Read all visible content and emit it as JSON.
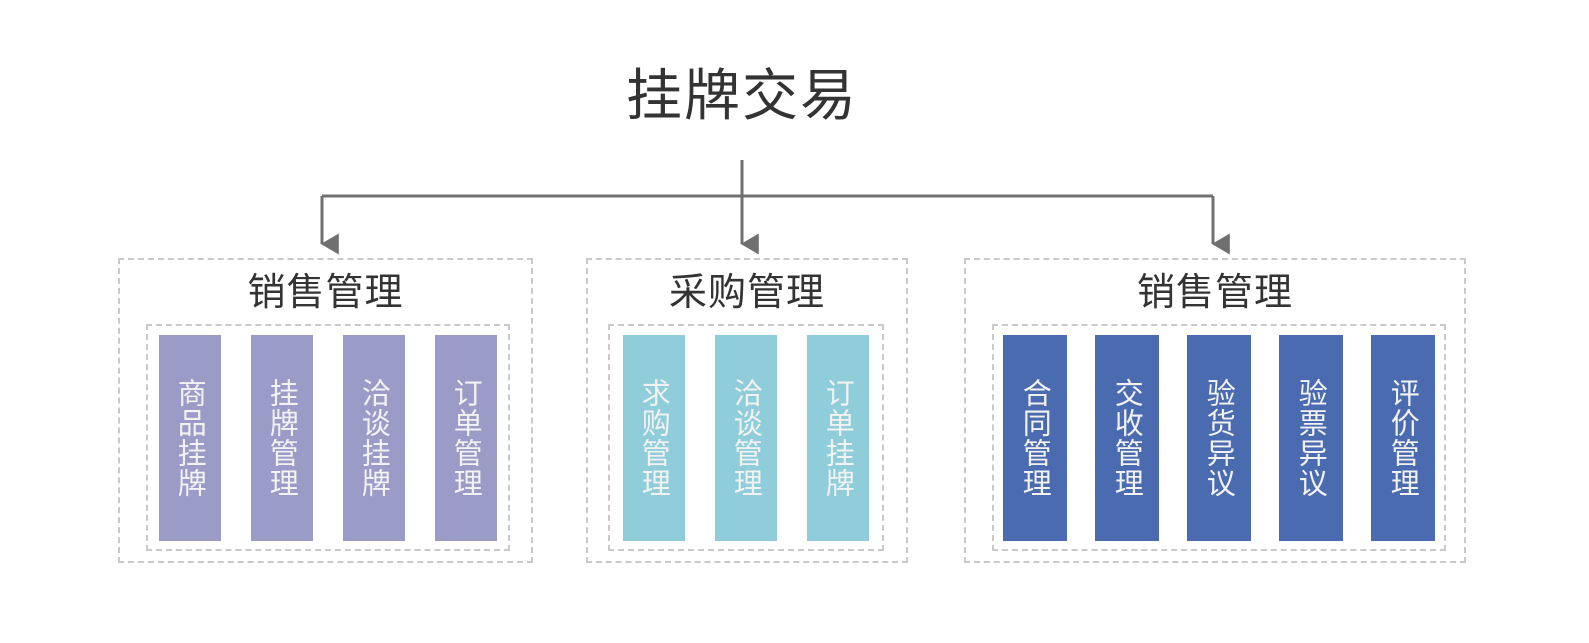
{
  "title": "挂牌交易",
  "colors": {
    "purple": "#9a9bc7",
    "teal": "#8ecdd9",
    "blue": "#4b6bb0",
    "connector": "#707070",
    "dashed_border": "#c9c9c9",
    "text_dark": "#333333",
    "card_text": "#f2f2f2",
    "background": "#ffffff"
  },
  "groups": [
    {
      "heading": "销售管理",
      "color_key": "purple",
      "cards": [
        {
          "label": "商品挂牌"
        },
        {
          "label": "挂牌管理"
        },
        {
          "label": "洽谈挂牌"
        },
        {
          "label": "订单管理"
        }
      ]
    },
    {
      "heading": "采购管理",
      "color_key": "teal",
      "cards": [
        {
          "label": "求购管理"
        },
        {
          "label": "洽谈管理"
        },
        {
          "label": "订单挂牌"
        }
      ]
    },
    {
      "heading": "销售管理",
      "color_key": "blue",
      "cards": [
        {
          "label": "合同管理"
        },
        {
          "label": "交收管理"
        },
        {
          "label": "验货异议"
        },
        {
          "label": "验票异议"
        },
        {
          "label": "评价管理"
        }
      ]
    }
  ],
  "connectors": {
    "description": "组织结构连接线：标题向下引出主干，水平分配至三个分组，各自向下箭头",
    "arrow_count": 3
  }
}
